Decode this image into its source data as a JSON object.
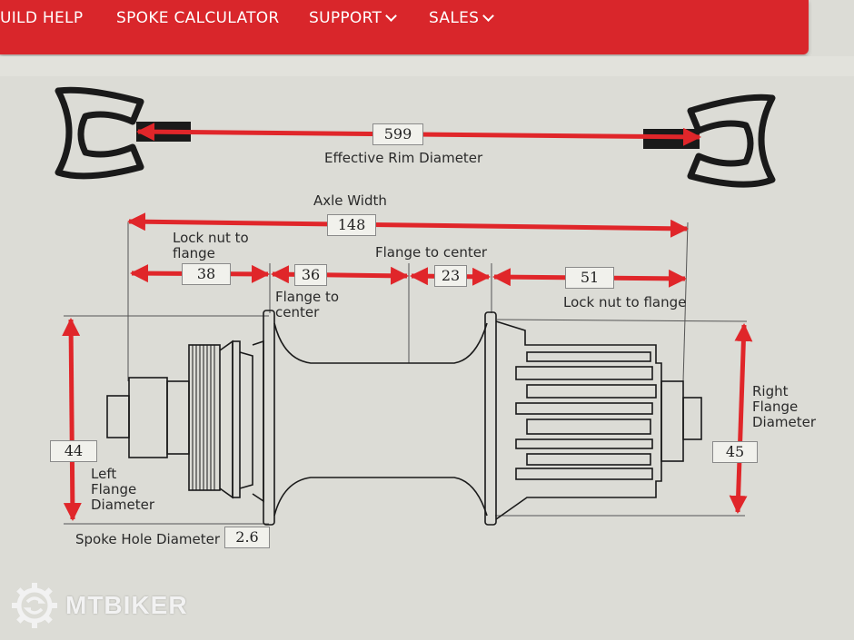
{
  "nav": {
    "items": [
      {
        "label": "UILD HELP",
        "has_dropdown": false
      },
      {
        "label": "SPOKE CALCULATOR",
        "has_dropdown": false
      },
      {
        "label": "SUPPORT",
        "has_dropdown": true
      },
      {
        "label": "SALES",
        "has_dropdown": true
      }
    ],
    "color": "#d9262b"
  },
  "rim": {
    "value": "599",
    "label": "Effective Rim Diameter"
  },
  "hub": {
    "axle_width": {
      "label": "Axle Width",
      "value": "148"
    },
    "left_lock_nut": {
      "label": "Lock nut to\nflange",
      "line1": "Lock nut to",
      "line2": "flange",
      "value": "38"
    },
    "left_flange_center": {
      "line1": "Flange to",
      "line2": "center",
      "value": "36"
    },
    "right_flange_center": {
      "label": "Flange to center",
      "value": "23"
    },
    "right_lock_nut": {
      "label": "Lock nut to flange",
      "value": "51"
    },
    "left_flange_diameter": {
      "line1": "Left",
      "line2": "Flange",
      "line3": "Diameter",
      "value": "44"
    },
    "right_flange_diameter": {
      "line1": "Right",
      "line2": "Flange",
      "line3": "Diameter",
      "value": "45"
    },
    "spoke_hole": {
      "label": "Spoke Hole Diameter",
      "value": "2.6"
    }
  },
  "watermark": {
    "text": "MTBIKER"
  },
  "colors": {
    "arrow": "#e0262a",
    "line": "#1a1a1a"
  }
}
